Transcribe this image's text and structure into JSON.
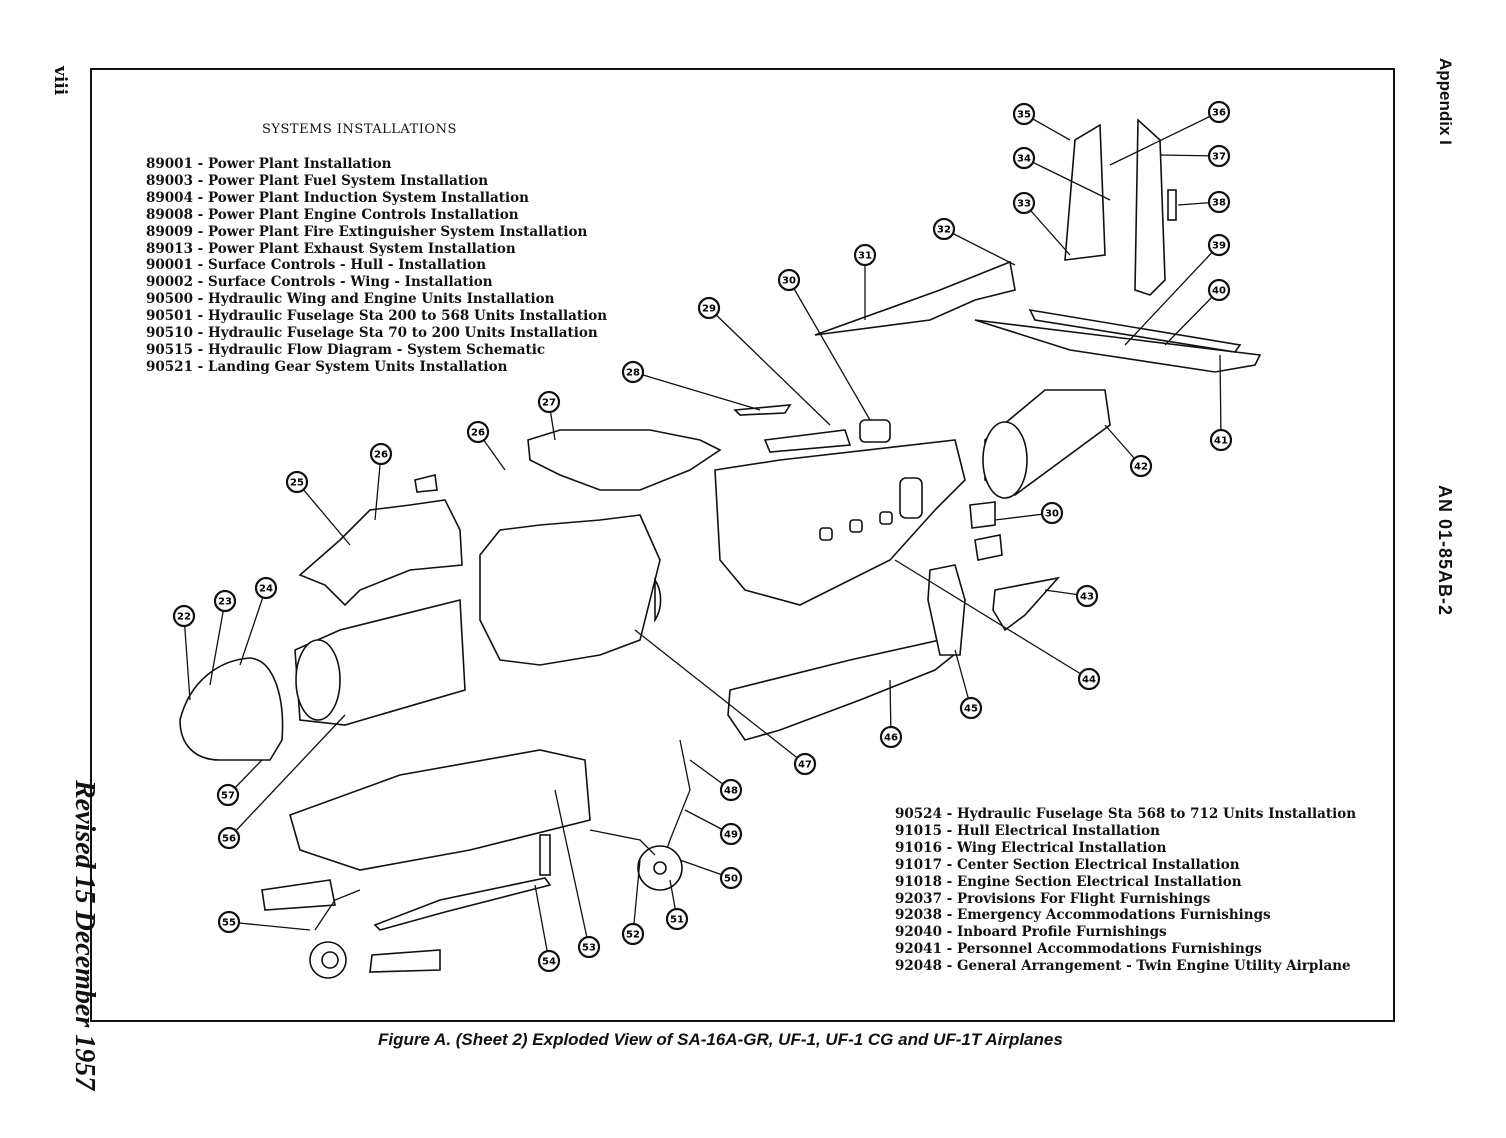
{
  "page_number": "viii",
  "revision": "Revised 15 December 1957",
  "appendix": "Appendix I",
  "doc_number": "AN 01-85AB-2",
  "systems_title": "SYSTEMS INSTALLATIONS",
  "systems_list_1": [
    "89001 - Power Plant Installation",
    "89003 - Power Plant Fuel System Installation",
    "89004 - Power Plant Induction System Installation",
    "89008 - Power Plant Engine Controls Installation",
    "89009 - Power Plant Fire Extinguisher System Installation",
    "89013 - Power Plant Exhaust System Installation",
    "90001 - Surface Controls - Hull - Installation",
    "90002 - Surface Controls - Wing - Installation",
    "90500 - Hydraulic Wing and Engine Units Installation",
    "90501 - Hydraulic Fuselage Sta 200 to 568 Units Installation",
    "90510 - Hydraulic Fuselage Sta 70 to 200 Units Installation",
    "90515 - Hydraulic Flow Diagram - System Schematic",
    "90521 - Landing Gear System Units Installation"
  ],
  "systems_list_2": [
    "90524 - Hydraulic Fuselage Sta 568 to 712 Units Installation",
    "91015 - Hull Electrical Installation",
    "91016 - Wing Electrical Installation",
    "91017 - Center Section Electrical Installation",
    "91018 - Engine Section Electrical Installation",
    "92037 - Provisions For Flight Furnishings",
    "92038 - Emergency Accommodations Furnishings",
    "92040 - Inboard Profile Furnishings",
    "92041 - Personnel Accommodations Furnishings",
    "92048 - General Arrangement - Twin Engine Utility Airplane"
  ],
  "callouts": [
    "22",
    "23",
    "24",
    "25",
    "26",
    "26",
    "27",
    "28",
    "29",
    "30",
    "30",
    "31",
    "32",
    "33",
    "34",
    "35",
    "36",
    "37",
    "38",
    "39",
    "40",
    "41",
    "42",
    "43",
    "44",
    "45",
    "46",
    "47",
    "48",
    "49",
    "50",
    "51",
    "52",
    "53",
    "54",
    "55",
    "56",
    "57"
  ],
  "caption": "Figure A.  (Sheet 2) Exploded View of SA-16A-GR, UF-1, UF-1 CG and UF-1T Airplanes"
}
